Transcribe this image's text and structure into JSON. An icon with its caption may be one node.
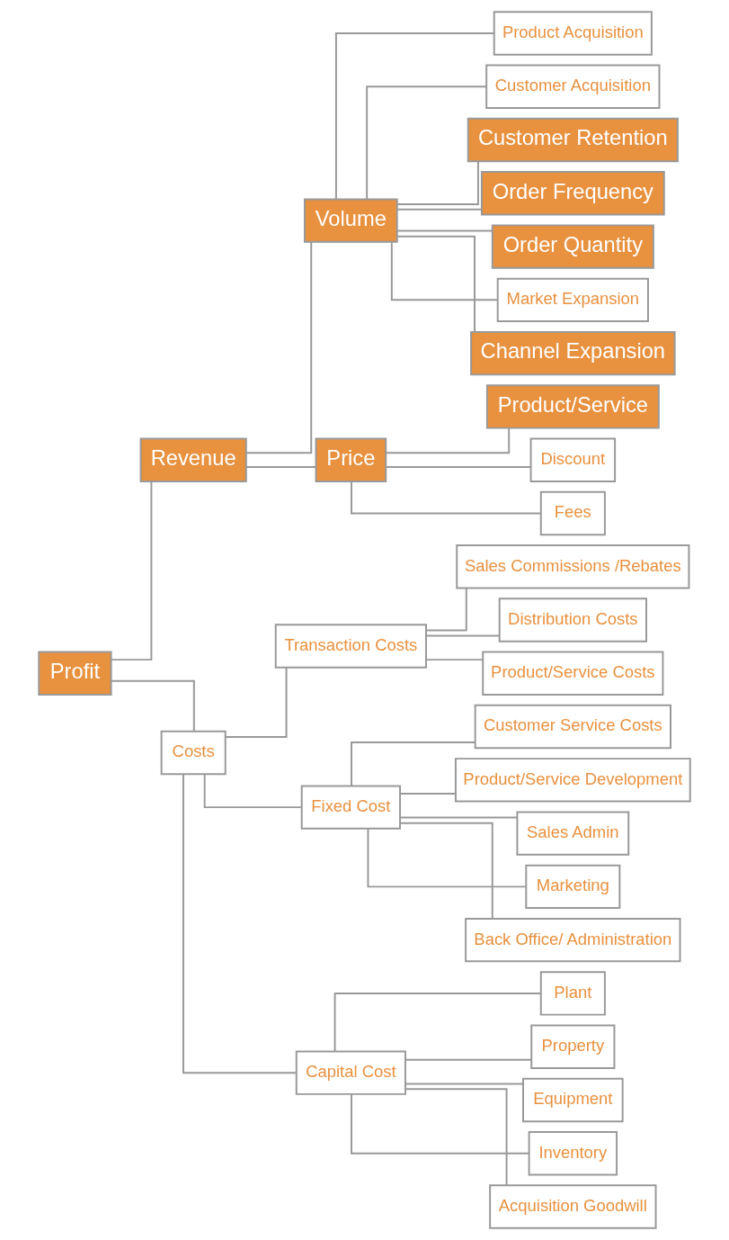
{
  "diagram": {
    "nodes": [
      {
        "text": [
          "Profit"
        ]
      },
      {
        "text": [
          "Revenue"
        ]
      },
      {
        "text": [
          "Volume"
        ]
      },
      {
        "text": [
          "Product Acquisition"
        ]
      },
      {
        "text": [
          "Customer Acquisition"
        ]
      },
      {
        "text": [
          "Customer Retention"
        ]
      },
      {
        "text": [
          "Order Frequency"
        ]
      },
      {
        "text": [
          "Order Quantity"
        ]
      },
      {
        "text": [
          "Market Expansion"
        ]
      },
      {
        "text": [
          "Channel Expansion"
        ]
      },
      {
        "text": [
          "Price"
        ]
      },
      {
        "text": [
          "Product/Service"
        ]
      },
      {
        "text": [
          "Discount"
        ]
      },
      {
        "text": [
          "Fees"
        ]
      },
      {
        "text": [
          "Costs"
        ]
      },
      {
        "text": [
          "Transaction Costs"
        ]
      },
      {
        "text": [
          "Sales Commissions /Rebates"
        ]
      },
      {
        "text": [
          "Distribution Costs"
        ]
      },
      {
        "text": [
          "Product/Service Costs"
        ]
      },
      {
        "text": [
          "Fixed Cost"
        ]
      },
      {
        "text": [
          "Customer Service Costs"
        ]
      },
      {
        "text": [
          "Product/Service Development"
        ]
      },
      {
        "text": [
          "Sales Admin"
        ]
      },
      {
        "text": [
          "Marketing"
        ]
      },
      {
        "text": [
          "Back Office/ Administration"
        ]
      },
      {
        "text": [
          "Capital Cost"
        ]
      },
      {
        "text": [
          "Plant"
        ]
      },
      {
        "text": [
          "Property"
        ]
      },
      {
        "text": [
          "Equipment"
        ]
      },
      {
        "text": [
          "Inventory"
        ]
      },
      {
        "text": [
          "Acquisition Goodwill"
        ]
      }
    ],
    "edges": [
      {
        "from": 0,
        "to": 1,
        "arrow": "none"
      },
      {
        "from": 0,
        "to": 14,
        "arrow": "none"
      },
      {
        "from": 1,
        "to": 2,
        "arrow": "none"
      },
      {
        "from": 1,
        "to": 10,
        "arrow": "none"
      },
      {
        "from": 2,
        "to": 3,
        "arrow": "none"
      },
      {
        "from": 2,
        "to": 4,
        "arrow": "none"
      },
      {
        "from": 2,
        "to": 5,
        "arrow": "none"
      },
      {
        "from": 2,
        "to": 6,
        "arrow": "none"
      },
      {
        "from": 2,
        "to": 7,
        "arrow": "none"
      },
      {
        "from": 2,
        "to": 8,
        "arrow": "none"
      },
      {
        "from": 2,
        "to": 9,
        "arrow": "none"
      },
      {
        "from": 10,
        "to": 11,
        "arrow": "none"
      },
      {
        "from": 10,
        "to": 12,
        "arrow": "none"
      },
      {
        "from": 10,
        "to": 13,
        "arrow": "none"
      },
      {
        "from": 14,
        "to": 15,
        "arrow": "none"
      },
      {
        "from": 14,
        "to": 19,
        "arrow": "none"
      },
      {
        "from": 14,
        "to": 25,
        "arrow": "none"
      },
      {
        "from": 15,
        "to": 16,
        "arrow": "none"
      },
      {
        "from": 15,
        "to": 17,
        "arrow": "none"
      },
      {
        "from": 15,
        "to": 18,
        "arrow": "none"
      },
      {
        "from": 19,
        "to": 20,
        "arrow": "none"
      },
      {
        "from": 19,
        "to": 21,
        "arrow": "none"
      },
      {
        "from": 19,
        "to": 22,
        "arrow": "none"
      },
      {
        "from": 19,
        "to": 23,
        "arrow": "none"
      },
      {
        "from": 19,
        "to": 24,
        "arrow": "none"
      },
      {
        "from": 25,
        "to": 26,
        "arrow": "none"
      },
      {
        "from": 25,
        "to": 27,
        "arrow": "none"
      },
      {
        "from": 25,
        "to": 28,
        "arrow": "none"
      },
      {
        "from": 25,
        "to": 29,
        "arrow": "none"
      },
      {
        "from": 25,
        "to": 30,
        "arrow": "none"
      }
    ]
  }
}
